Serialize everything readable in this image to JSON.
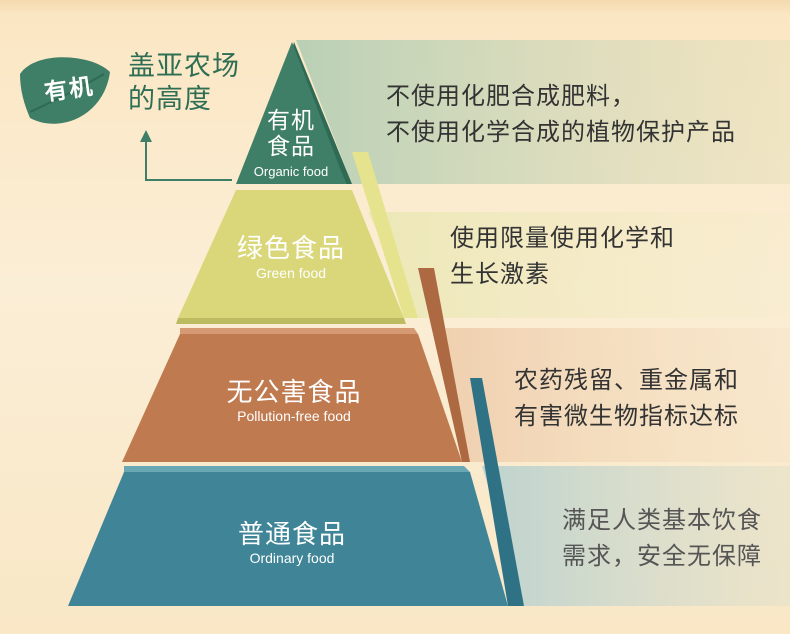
{
  "brand": {
    "badge": "有机",
    "title_line1": "盖亚农场",
    "title_line2": "的高度"
  },
  "tiers": [
    {
      "name_zh_line1": "有机",
      "name_zh_line2": "食品",
      "name_en": "Organic food",
      "desc_line1": "不使用化肥合成肥料，",
      "desc_line2": "不使用化学合成的植物保护产品",
      "color": "#3f7f67"
    },
    {
      "name_zh": "绿色食品",
      "name_en": "Green food",
      "desc_line1": "使用限量使用化学和",
      "desc_line2": "生长激素",
      "color": "#d9d77a"
    },
    {
      "name_zh": "无公害食品",
      "name_en": "Pollution-free food",
      "desc_line1": "农药残留、重金属和",
      "desc_line2": "有害微生物指标达标",
      "color": "#c07a50"
    },
    {
      "name_zh": "普通食品",
      "name_en": "Ordinary food",
      "desc_line1": "满足人类基本饮食",
      "desc_line2": "需求，安全无保障",
      "color": "#3f8597"
    }
  ]
}
